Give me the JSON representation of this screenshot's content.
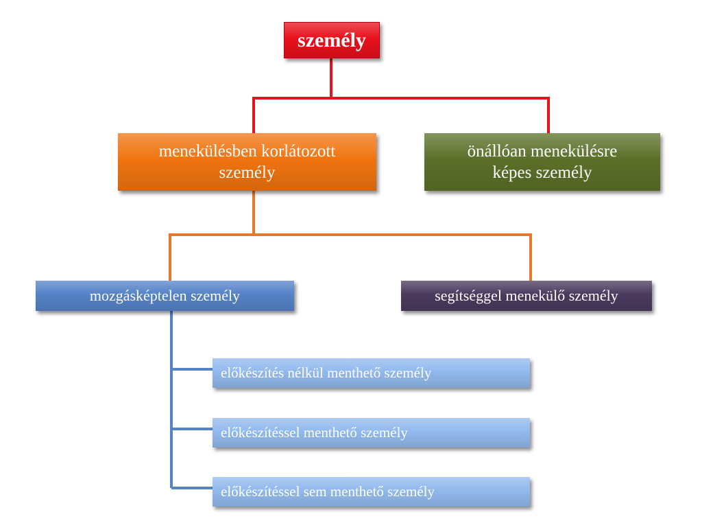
{
  "colors": {
    "root": "#e8111c",
    "limited": "#f07410",
    "self": "#5b7029",
    "immobile": "#5583c8",
    "assisted": "#4a3a5e",
    "leaf": "#92b9ee",
    "line_root": "#e8111c",
    "line_limited": "#e8782a",
    "line_immobile": "#5583c8"
  },
  "nodes": {
    "root": {
      "label": "személy"
    },
    "limited": {
      "line1": "menekülésben korlátozott",
      "line2": "személy"
    },
    "self": {
      "line1": "önállóan menekülésre",
      "line2": "képes személy"
    },
    "immobile": {
      "label": "mozgásképtelen személy"
    },
    "assisted": {
      "label": "segítséggel menekülő személy"
    },
    "leaves": [
      {
        "label": "előkészítés nélkül menthető személy"
      },
      {
        "label": "előkészítéssel menthető személy"
      },
      {
        "label": "előkészítéssel sem menthető személy"
      }
    ]
  }
}
